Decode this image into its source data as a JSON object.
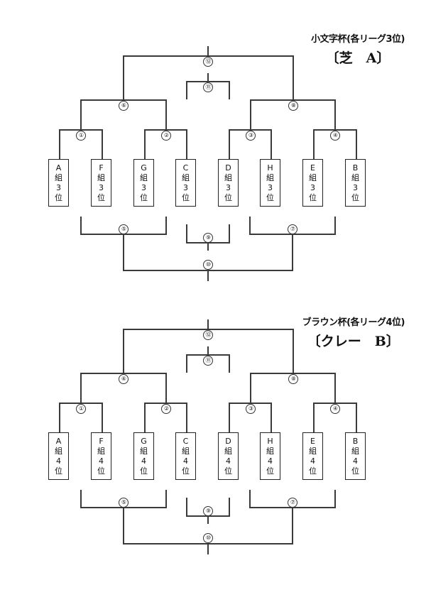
{
  "brackets": [
    {
      "title": "小文字杯(各リーグ3位)",
      "subtitle": "〔芝　A〕",
      "teams": [
        {
          "group": "A",
          "label": "組",
          "rank": "3",
          "suffix": "位"
        },
        {
          "group": "F",
          "label": "組",
          "rank": "3",
          "suffix": "位"
        },
        {
          "group": "G",
          "label": "組",
          "rank": "3",
          "suffix": "位"
        },
        {
          "group": "C",
          "label": "組",
          "rank": "3",
          "suffix": "位"
        },
        {
          "group": "D",
          "label": "組",
          "rank": "3",
          "suffix": "位"
        },
        {
          "group": "H",
          "label": "組",
          "rank": "3",
          "suffix": "位"
        },
        {
          "group": "E",
          "label": "組",
          "rank": "3",
          "suffix": "位"
        },
        {
          "group": "B",
          "label": "組",
          "rank": "3",
          "suffix": "位"
        }
      ],
      "matches": [
        "①",
        "②",
        "③",
        "④",
        "⑤",
        "⑥",
        "⑦",
        "⑧",
        "⑨",
        "⑩",
        "⑪",
        "⑫"
      ]
    },
    {
      "title": "ブラウン杯(各リーグ4位)",
      "subtitle": "〔クレー　B〕",
      "teams": [
        {
          "group": "A",
          "label": "組",
          "rank": "4",
          "suffix": "位"
        },
        {
          "group": "F",
          "label": "組",
          "rank": "4",
          "suffix": "位"
        },
        {
          "group": "G",
          "label": "組",
          "rank": "4",
          "suffix": "位"
        },
        {
          "group": "C",
          "label": "組",
          "rank": "4",
          "suffix": "位"
        },
        {
          "group": "D",
          "label": "組",
          "rank": "4",
          "suffix": "位"
        },
        {
          "group": "H",
          "label": "組",
          "rank": "4",
          "suffix": "位"
        },
        {
          "group": "E",
          "label": "組",
          "rank": "4",
          "suffix": "位"
        },
        {
          "group": "B",
          "label": "組",
          "rank": "4",
          "suffix": "位"
        }
      ],
      "matches": [
        "①",
        "②",
        "③",
        "④",
        "⑤",
        "⑥",
        "⑦",
        "⑧",
        "⑨",
        "⑩",
        "⑪",
        "⑫"
      ]
    }
  ]
}
